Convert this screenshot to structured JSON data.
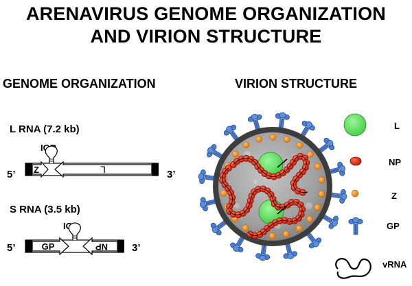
{
  "title": {
    "line1": "ARENAVIRUS GENOME ORGANIZATION",
    "line2": "AND VIRION STRUCTURE"
  },
  "sections": {
    "genome": "GENOME ORGANIZATION",
    "virion": "VIRION STRUCTURE"
  },
  "l_rna": {
    "title": "L RNA (7.2 kb)",
    "igr": "IGR",
    "five_prime": "5’",
    "three_prime": "3’",
    "gene_left": "Z",
    "gene_right": "L"
  },
  "s_rna": {
    "title": "S RNA (3.5 kb)",
    "igr": "IGR",
    "five_prime": "5’",
    "three_prime": "3’",
    "gene_left": "GP",
    "gene_right": "NP"
  },
  "legend": [
    {
      "key": "L",
      "label": "L",
      "color": "#55e055"
    },
    {
      "key": "NP",
      "label": "NP",
      "color": "#ee2a10"
    },
    {
      "key": "Z",
      "label": "Z",
      "color": "#f08a1c"
    },
    {
      "key": "GP",
      "label": "GP",
      "color": "#4a7fd4"
    },
    {
      "key": "vRNA",
      "label": "vRNA",
      "color": "#000000"
    }
  ],
  "colors": {
    "membrane": "#3d3d3d",
    "core": "#a7a7a7",
    "np_red": "#ee2a10",
    "gp_blue": "#4a7fd4",
    "z_orange": "#f08a1c",
    "l_green": "#55e055"
  }
}
